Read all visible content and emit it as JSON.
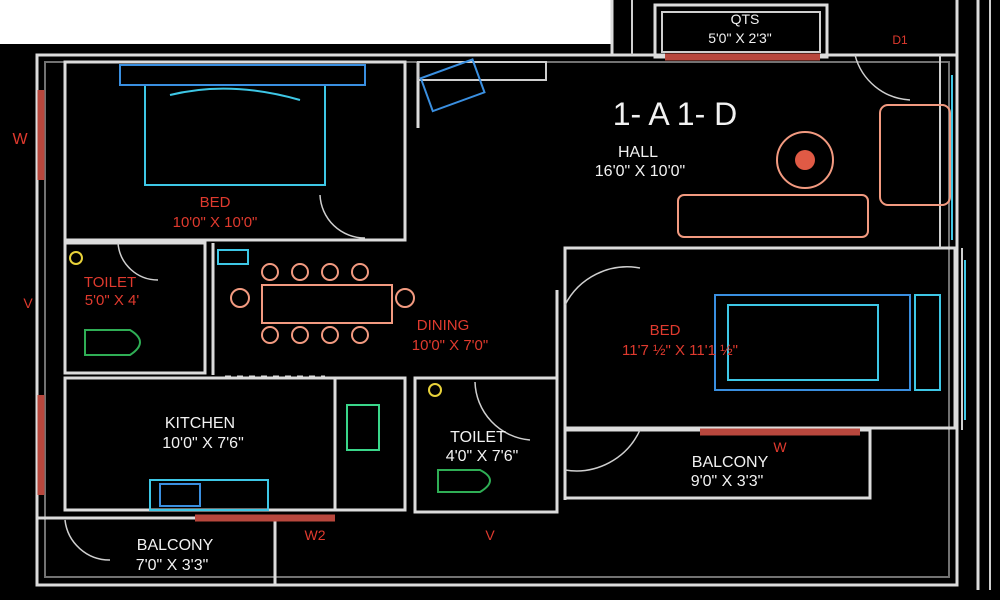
{
  "plan": {
    "unit_title": "1- A 1- D",
    "rooms": {
      "qts": {
        "name": "QTS",
        "size": "5'0\" X 2'3\""
      },
      "hall": {
        "name": "HALL",
        "size": "16'0\" X 10'0\""
      },
      "bed1": {
        "name": "BED",
        "size": "10'0\" X 10'0\""
      },
      "bed2": {
        "name": "BED",
        "size": "11'7 ½\" X 11'1 ½\""
      },
      "toilet1": {
        "name": "TOILET",
        "size": "5'0\" X 4'"
      },
      "dining": {
        "name": "DINING",
        "size": "10'0\" X 7'0\""
      },
      "kitchen": {
        "name": "KITCHEN",
        "size": "10'0\" X 7'6\""
      },
      "toilet2": {
        "name": "TOILET",
        "size": "4'0\" X 7'6\""
      },
      "balcony1": {
        "name": "BALCONY",
        "size": "9'0\" X 3'3\""
      },
      "balcony2": {
        "name": "BALCONY",
        "size": "7'0\" X 3'3\""
      }
    },
    "markers": {
      "w_left": "W",
      "w_balcony": "W",
      "v_left": "V",
      "w2": "W2",
      "v_bottom": "V",
      "top_right": "D1"
    }
  }
}
